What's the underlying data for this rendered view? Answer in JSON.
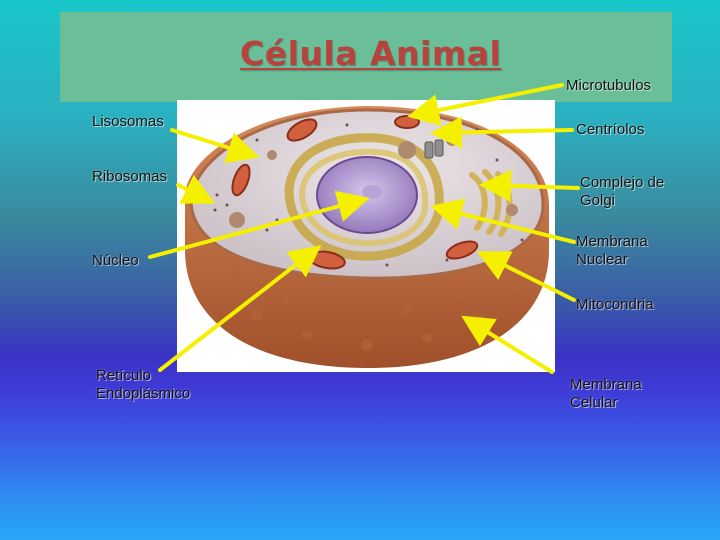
{
  "title": "Célula Animal",
  "labels": {
    "lisosomas": "Lisosomas",
    "ribosomas": "Ribosomas",
    "nucleo": "Núcleo",
    "reticulo": "Retículo\nEndoplásmico",
    "microtubulos": "Microtubulos",
    "centriolos": "Centríolos",
    "golgi": "Complejo de\nGolgi",
    "membrana_nuclear": "Membrana\nNuclear",
    "mitocondria": "Mitocondria",
    "membrana_celular": "Membrana\nCelular"
  },
  "colors": {
    "title": "#b8433e",
    "title_box": "#6bbf98",
    "arrow": "#f5f000"
  }
}
